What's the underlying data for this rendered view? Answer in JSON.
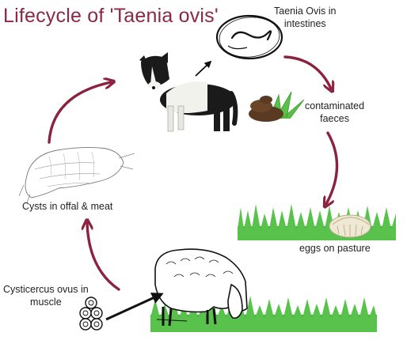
{
  "title": "Lifecycle of 'Taenia ovis'",
  "colors": {
    "title": "#8a2945",
    "arrow": "#8b2340",
    "grass": "#4fb544",
    "faeces": "#5a3a22",
    "text": "#222222"
  },
  "stages": [
    {
      "id": "dog",
      "lines": []
    },
    {
      "id": "intestines",
      "lines": [
        "Taenia Ovis in",
        "intestines"
      ]
    },
    {
      "id": "faeces",
      "lines": [
        "contaminated",
        "faeces"
      ]
    },
    {
      "id": "pasture",
      "lines": [
        "eggs on pasture"
      ]
    },
    {
      "id": "sheep",
      "lines": [
        "Cysticercus ovus in",
        "muscle"
      ]
    },
    {
      "id": "offal",
      "lines": [
        "Cysts in offal & meat"
      ]
    }
  ]
}
